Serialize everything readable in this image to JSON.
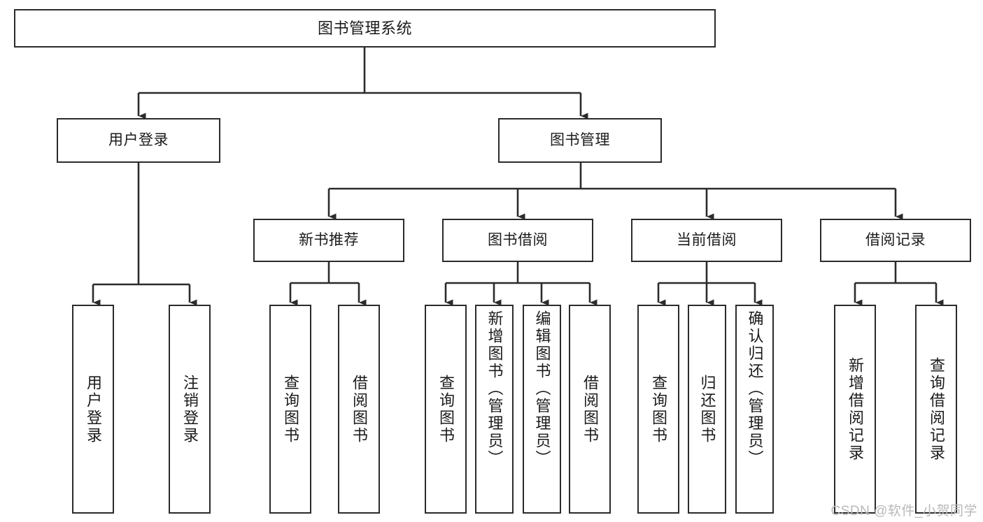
{
  "diagram": {
    "title": "图书管理系统",
    "type": "tree",
    "orientation": "top-down",
    "line_color": "#2b2b2b",
    "box_fill": "#ffffff",
    "text_color": "#1b1b1b"
  },
  "root": {
    "label": "图书管理系统"
  },
  "level1": [
    {
      "label": "用户登录"
    },
    {
      "label": "图书管理"
    }
  ],
  "level2": [
    {
      "label": "新书推荐"
    },
    {
      "label": "图书借阅"
    },
    {
      "label": "当前借阅"
    },
    {
      "label": "借阅记录"
    }
  ],
  "leaves": {
    "user_login": [
      {
        "label": "用户登录"
      },
      {
        "label": "注销登录"
      }
    ],
    "new_book_recommend": [
      {
        "label": "查询图书"
      },
      {
        "label": "借阅图书"
      }
    ],
    "book_borrow": [
      {
        "label": "查询图书"
      },
      {
        "label": "新增图书（管理员）"
      },
      {
        "label": "编辑图书（管理员）"
      },
      {
        "label": "借阅图书"
      }
    ],
    "current_borrow": [
      {
        "label": "查询图书"
      },
      {
        "label": "归还图书"
      },
      {
        "label": "确认归还（管理员）"
      }
    ],
    "borrow_record": [
      {
        "label": "新增借阅记录"
      },
      {
        "label": "查询借阅记录"
      }
    ]
  },
  "watermark": {
    "text": "CSDN @软件_小贺同学"
  }
}
